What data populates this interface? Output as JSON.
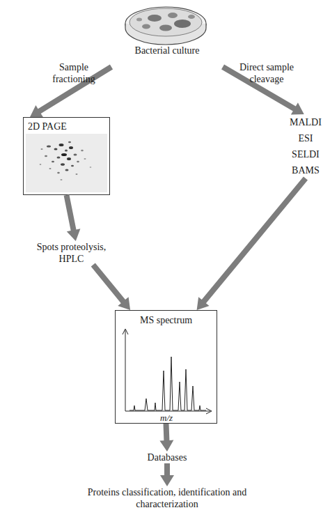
{
  "diagram": {
    "nodes": [
      {
        "text": [
          "Bacterial culture"
        ]
      },
      {
        "text": [
          "2D PAGE"
        ]
      },
      {
        "text": [
          "MALDI ESI SELDI BAMS"
        ]
      },
      {
        "text": [
          "Spots proteolysis, HPLC"
        ]
      },
      {
        "text": [
          "MS spectrum"
        ]
      },
      {
        "text": [
          "Databases"
        ]
      },
      {
        "text": [
          "Proteins classification, identification and characterization"
        ]
      }
    ],
    "edges": [
      {
        "from": 0,
        "to": 1,
        "label": "Sample fractioning",
        "arrow": "to"
      },
      {
        "from": 0,
        "to": 2,
        "label": "Direct sample cleavage",
        "arrow": "to"
      },
      {
        "from": 1,
        "to": 3,
        "arrow": "to"
      },
      {
        "from": 3,
        "to": 4,
        "arrow": "to"
      },
      {
        "from": 2,
        "to": 4,
        "arrow": "to"
      },
      {
        "from": 4,
        "to": 5,
        "arrow": "to"
      },
      {
        "from": 5,
        "to": 6,
        "arrow": "to"
      }
    ],
    "labels": [
      "m/z"
    ]
  }
}
